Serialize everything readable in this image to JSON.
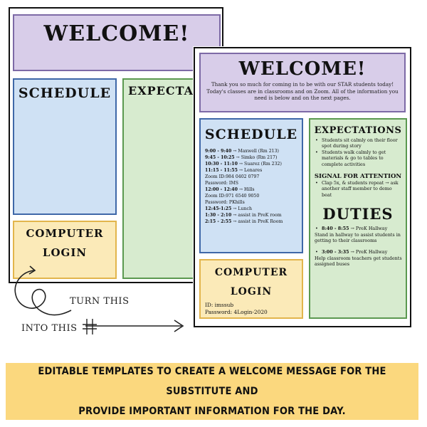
{
  "back_page": {
    "welcome": "WELCOME!",
    "schedule": "SCHEDULE",
    "expectations": "EXPECTATIONS",
    "computer_login": [
      "COMPUTER",
      "LOGIN"
    ]
  },
  "front_page": {
    "welcome": "WELCOME!",
    "intro": "Thank you so much for coming in to be with our STAR students today! Today's classes are in classrooms and on Zoom. All of the information you need is below and on the next pages.",
    "schedule_title": "SCHEDULE",
    "schedule": [
      {
        "time": "9:00 - 9:40",
        "text": " → Maxwell (Rm 213)"
      },
      {
        "time": "9:45 - 10:25",
        "text": " → Simko (Rm 217)"
      },
      {
        "time": "10:30 - 11:10",
        "text": " → Suarez (Rm 232)"
      },
      {
        "time": "11:15 - 11:55",
        "text": " → Lenares"
      },
      {
        "time": "",
        "text": "Zoom ID:984 0402 0797"
      },
      {
        "time": "",
        "text": "Password: IMS"
      },
      {
        "time": "12:00 - 12:40",
        "text": " → Hills"
      },
      {
        "time": "",
        "text": "Zoom ID:971 6540 9050"
      },
      {
        "time": "",
        "text": "Password: PKhills"
      },
      {
        "time": "12:45-1:25",
        "text": " → Lunch"
      },
      {
        "time": "1:30 - 2:10",
        "text": " → assist in PreK room"
      },
      {
        "time": "2:15 - 2:55",
        "text": " → assist in PreK Room"
      }
    ],
    "computer_login": [
      "COMPUTER",
      "LOGIN"
    ],
    "login_id": "ID: imssub",
    "login_password": "Password: 4Login-2020",
    "expectations_title": "EXPECTATIONS",
    "expectations": [
      "Students sit calmly on their floor spot during story",
      "Students walk calmly to get materials & go to tables to complete activities"
    ],
    "signal_title": "SIGNAL FOR ATTENTION",
    "signal": [
      "Clap 5x, & students repeat → ask another staff member to demo beat"
    ],
    "duties_title": "DUTIES",
    "duties": [
      {
        "time": "8:40 - 8:55",
        "place": " → PreK Hallway",
        "desc": "Stand in hallway to assist students in getting to their classrooms"
      },
      {
        "time": "3:00 - 3:35",
        "place": " → PreK Hallway",
        "desc": "Help classroom teachers get students assigned buses"
      }
    ]
  },
  "doodle": {
    "turn_this": "TURN THIS",
    "into_this": "INTO THIS"
  },
  "banner": {
    "line1": "EDITABLE TEMPLATES TO CREATE A WELCOME MESSAGE FOR THE SUBSTITUTE AND",
    "line2": "PROVIDE IMPORTANT INFORMATION FOR THE DAY."
  },
  "colors": {
    "purple": "#d8cde9",
    "blue": "#cfe1f4",
    "green": "#d7ebcf",
    "yellow": "#fbeab8",
    "banner": "#fbd87e"
  }
}
